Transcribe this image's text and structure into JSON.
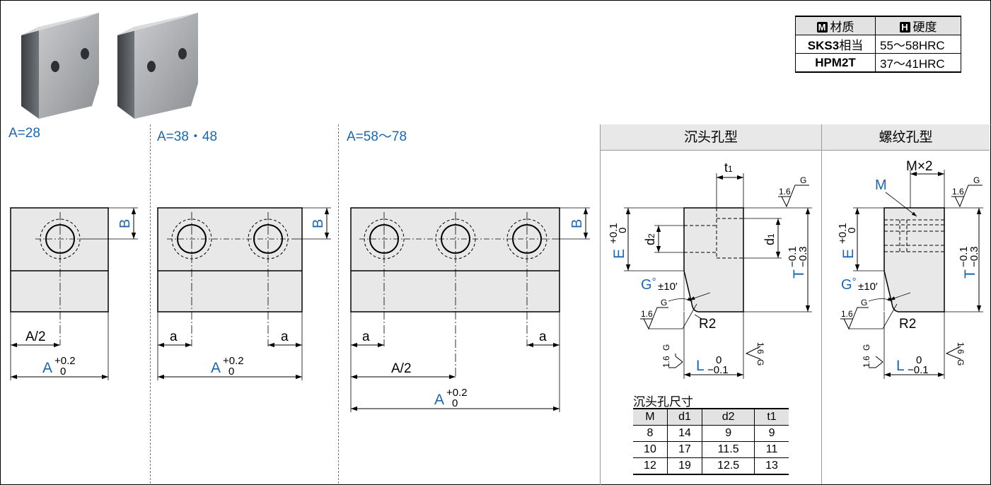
{
  "material_table": {
    "header_material": "材质",
    "header_hardness": "硬度",
    "badge_material": "M",
    "badge_hardness": "H",
    "rows": [
      {
        "material": "SKS3",
        "material_suffix": "相当",
        "hardness": "55～58HRC"
      },
      {
        "material": "HPM2T",
        "material_suffix": "",
        "hardness": "37～41HRC"
      }
    ]
  },
  "sections": {
    "a28": "A=28",
    "a38": "A=38・48",
    "a58": "A=58～78"
  },
  "panels": {
    "counterbore_title": "沉头孔型",
    "thread_title": "螺纹孔型"
  },
  "dims": {
    "B": "B",
    "A": "A",
    "A_tol_upper": "+0.2",
    "A_tol_lower": "0",
    "A_half": "A/2",
    "a": "a",
    "t1": "t",
    "t1_sub": "1",
    "d1": "d",
    "d1_sub": "1",
    "d2": "d",
    "d2_sub": "2",
    "E": "E",
    "E_tol_upper": "+0.1",
    "E_tol_lower": "0",
    "T": "T",
    "T_tol_upper": "−0.1",
    "T_tol_lower": "−0.3",
    "G": "G",
    "G_deg": "°",
    "G_tol": "±10′",
    "R2": "R2",
    "L": "L",
    "L_tol_upper": "0",
    "L_tol_lower": "−0.1",
    "M": "M",
    "Mx2": "M×2",
    "roughness": "1.6",
    "roughness_g": "G"
  },
  "counterbore_table": {
    "caption": "沉头孔尺寸",
    "headers": [
      "M",
      "d1",
      "d2",
      "t1"
    ],
    "rows": [
      [
        "8",
        "14",
        "9",
        "9"
      ],
      [
        "10",
        "17",
        "11.5",
        "11"
      ],
      [
        "12",
        "19",
        "12.5",
        "13"
      ]
    ]
  },
  "colors": {
    "accent": "#1a66b3",
    "fill": "#e8e8e8"
  }
}
